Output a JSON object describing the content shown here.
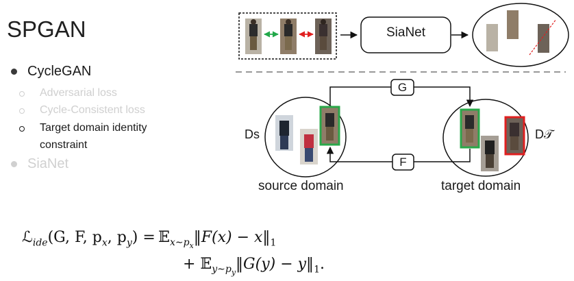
{
  "slide": {
    "title": "SPGAN",
    "bullets": [
      {
        "text": "CycleGAN",
        "state": "active"
      },
      {
        "text": "SiaNet",
        "state": "dimmed"
      }
    ],
    "sub_bullets": [
      {
        "text": "Adversarial loss",
        "state": "dimmed"
      },
      {
        "text": "Cycle-Consistent loss",
        "state": "dimmed"
      },
      {
        "text": "Target domain identity",
        "state": "active"
      },
      {
        "text": "constraint",
        "state": "active-continuation"
      }
    ]
  },
  "diagram": {
    "sianet_label": "SiaNet",
    "generator_g": "G",
    "generator_f": "F",
    "source_domain_symbol": "Ds",
    "target_domain_symbol": "D𝒯",
    "source_domain_label": "source domain",
    "target_domain_label": "target domain"
  },
  "formula": {
    "line1_lhs_name": "ℒ",
    "line1_lhs_sub": "ide",
    "line1_lhs_args": "(G, F, p",
    "line1_arg_px_sub": "x",
    "line1_arg_sep": ", p",
    "line1_arg_py_sub": "y",
    "line1_eq": ") = 𝔼",
    "line1_exp_sub": "x∼p",
    "line1_exp_sub2": "x",
    "line1_body": "‖F(x) − x‖",
    "line1_norm_sub": "1",
    "line2_plus": "+ 𝔼",
    "line2_exp_sub": "y∼p",
    "line2_exp_sub2": "y",
    "line2_body": "‖G(y) − y‖",
    "line2_norm_sub": "1",
    "line2_end": "."
  },
  "colors": {
    "active_text": "#1a1a1a",
    "dimmed_text": "#cfcfcf",
    "green_arrow": "#22a84a",
    "red_arrow": "#e02020",
    "green_box": "#2aa84a",
    "red_box": "#e02020"
  }
}
